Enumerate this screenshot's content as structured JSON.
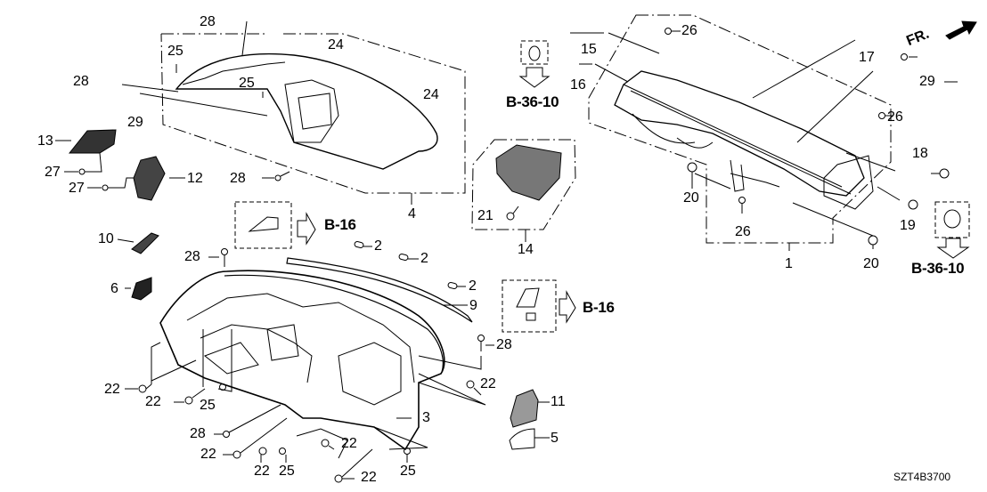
{
  "diagram": {
    "title": "Instrument Panel Assembly",
    "diagram_code": "SZT4B3700",
    "direction_indicator": "FR.",
    "callouts": [
      {
        "id": "c28a",
        "label": "28"
      },
      {
        "id": "c25a",
        "label": "25"
      },
      {
        "id": "c24a",
        "label": "24"
      },
      {
        "id": "c28b",
        "label": "28"
      },
      {
        "id": "c25b",
        "label": "25"
      },
      {
        "id": "c24b",
        "label": "24"
      },
      {
        "id": "c29a",
        "label": "29"
      },
      {
        "id": "c13",
        "label": "13"
      },
      {
        "id": "c27a",
        "label": "27"
      },
      {
        "id": "c27b",
        "label": "27"
      },
      {
        "id": "c12",
        "label": "12"
      },
      {
        "id": "c28c",
        "label": "28"
      },
      {
        "id": "c4",
        "label": "4"
      },
      {
        "id": "c10",
        "label": "10"
      },
      {
        "id": "c28d",
        "label": "28"
      },
      {
        "id": "c2a",
        "label": "2"
      },
      {
        "id": "c2b",
        "label": "2"
      },
      {
        "id": "c2c",
        "label": "2"
      },
      {
        "id": "c6",
        "label": "6"
      },
      {
        "id": "c9",
        "label": "9"
      },
      {
        "id": "c28e",
        "label": "28"
      },
      {
        "id": "c22a",
        "label": "22"
      },
      {
        "id": "c22b",
        "label": "22"
      },
      {
        "id": "c25c",
        "label": "25"
      },
      {
        "id": "c22c",
        "label": "22"
      },
      {
        "id": "c3",
        "label": "3"
      },
      {
        "id": "c28f",
        "label": "28"
      },
      {
        "id": "c22d",
        "label": "22"
      },
      {
        "id": "c22e",
        "label": "22"
      },
      {
        "id": "c25d",
        "label": "25"
      },
      {
        "id": "c22f",
        "label": "22"
      },
      {
        "id": "c22g",
        "label": "22"
      },
      {
        "id": "c25e",
        "label": "25"
      },
      {
        "id": "c11",
        "label": "11"
      },
      {
        "id": "c5",
        "label": "5"
      },
      {
        "id": "c21",
        "label": "21"
      },
      {
        "id": "c14",
        "label": "14"
      },
      {
        "id": "c15",
        "label": "15"
      },
      {
        "id": "c16",
        "label": "16"
      },
      {
        "id": "c26a",
        "label": "26"
      },
      {
        "id": "c17",
        "label": "17"
      },
      {
        "id": "c29b",
        "label": "29"
      },
      {
        "id": "c26b",
        "label": "26"
      },
      {
        "id": "c18",
        "label": "18"
      },
      {
        "id": "c20a",
        "label": "20"
      },
      {
        "id": "c26c",
        "label": "26"
      },
      {
        "id": "c19",
        "label": "19"
      },
      {
        "id": "c1",
        "label": "1"
      },
      {
        "id": "c20b",
        "label": "20"
      }
    ],
    "references": [
      {
        "id": "ref-b36-10-left",
        "label": "B-36-10"
      },
      {
        "id": "ref-b16-top",
        "label": "B-16"
      },
      {
        "id": "ref-b16-mid",
        "label": "B-16"
      },
      {
        "id": "ref-b36-10-right",
        "label": "B-36-10"
      }
    ]
  }
}
